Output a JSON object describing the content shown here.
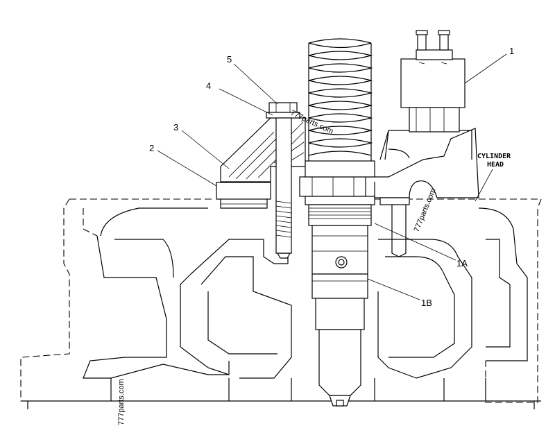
{
  "callouts": {
    "c1": "1",
    "c1a": "1A",
    "c1b": "1B",
    "c2": "2",
    "c3": "3",
    "c4": "4",
    "c5": "5",
    "cylinder_line1": "CYLINDER",
    "cylinder_line2": "HEAD"
  },
  "watermarks": {
    "wm1": "777parts.com",
    "wm2": "777parts.com",
    "wm3": "777parts.com"
  }
}
